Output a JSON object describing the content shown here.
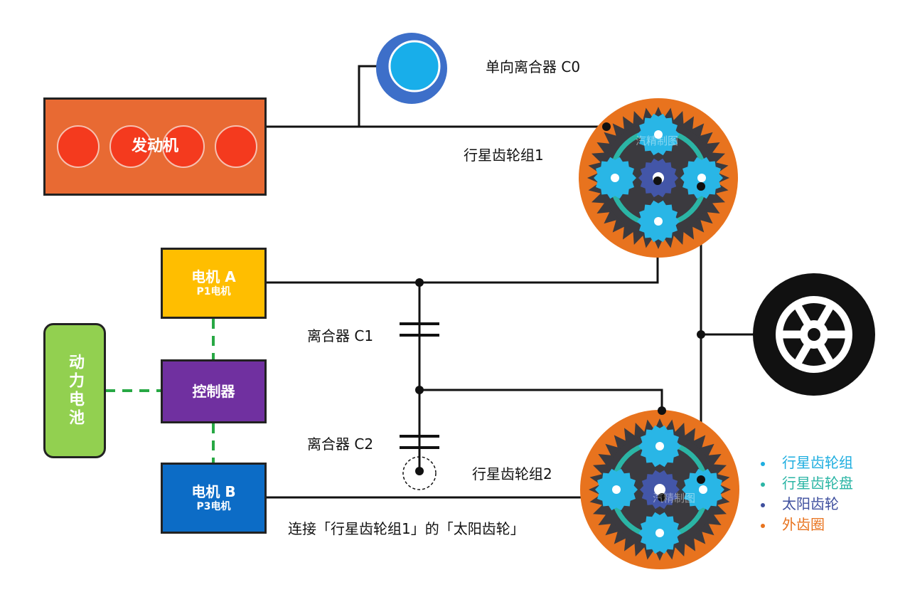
{
  "engine": {
    "label": "发动机",
    "body_color": "#E86A33",
    "cylinder_color": "#F43A1E"
  },
  "clutch_c0": {
    "label": "单向离合器 C0",
    "outer_color": "#3D6FC9",
    "inner_color": "#18AEEA"
  },
  "planetary1": {
    "label": "行星齿轮组1",
    "watermark": "汽精制图"
  },
  "planetary2": {
    "label": "行星齿轮组2",
    "watermark": "汽精制图"
  },
  "motor_a": {
    "label": "电机 A",
    "sublabel": "P1电机",
    "color": "#FFBE00"
  },
  "motor_b": {
    "label": "电机 B",
    "sublabel": "P3电机",
    "color": "#0C6CC6"
  },
  "controller": {
    "label": "控制器",
    "color": "#7030A0"
  },
  "battery": {
    "label": "动力电池",
    "color": "#92D050"
  },
  "clutch_c1": {
    "label": "离合器 C1"
  },
  "clutch_c2": {
    "label": "离合器 C2"
  },
  "connection_note": "连接「行星齿轮组1」的「太阳齿轮」",
  "legend": [
    {
      "label": "行星齿轮组",
      "color": "#1EAEE0"
    },
    {
      "label": "行星齿轮盘",
      "color": "#2BB5A5"
    },
    {
      "label": "太阳齿轮",
      "color": "#3E4F9E"
    },
    {
      "label": "外齿圈",
      "color": "#E8731E"
    }
  ],
  "colors": {
    "line": "#111111",
    "dashed": "#27A844",
    "planet": "#29B6E6",
    "carrier": "#2BB5A5",
    "sun": "#4356A8",
    "ring": "#E8731E",
    "gear_dark": "#3B3A3F"
  }
}
